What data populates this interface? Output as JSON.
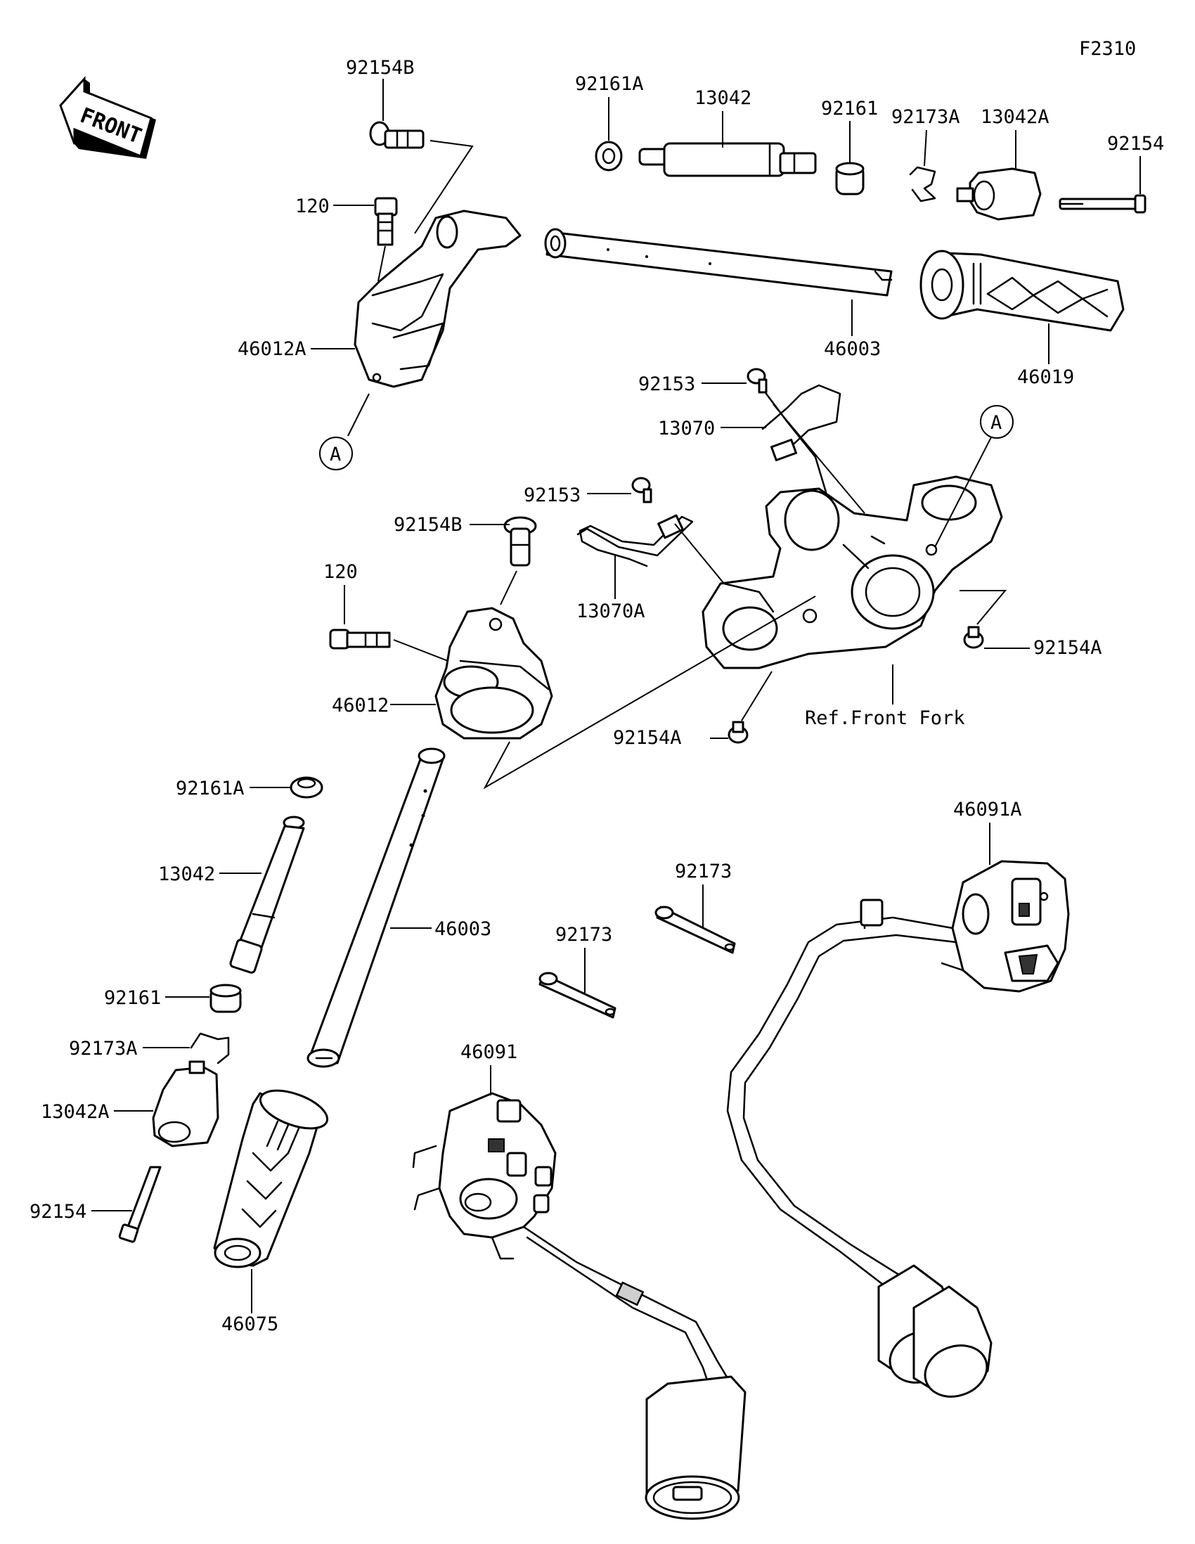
{
  "diagram_code": "F2310",
  "front_arrow_text": "FRONT",
  "labels": {
    "p92154B_top": "92154B",
    "p120_top": "120",
    "p46012A": "46012A",
    "callout_A_left": "A",
    "p92161A_top": "92161A",
    "p13042_top": "13042",
    "p92161_top": "92161",
    "p92173A_top": "92173A",
    "p13042A_top": "13042A",
    "p92154_top": "92154",
    "p46003_top": "46003",
    "p46019": "46019",
    "p92153_a": "92153",
    "p13070": "13070",
    "callout_A_right": "A",
    "p92153_b": "92153",
    "p92154B_mid": "92154B",
    "p13070A": "13070A",
    "p120_mid": "120",
    "p46012": "46012",
    "p92154A_right": "92154A",
    "p92154A_mid": "92154A",
    "ref_front_fork": "Ref.Front Fork",
    "p92161A_bottom": "92161A",
    "p13042_bottom": "13042",
    "p46003_bottom": "46003",
    "p92161_bottom": "92161",
    "p92173A_bottom": "92173A",
    "p13042A_bottom": "13042A",
    "p92154_bottom": "92154",
    "p46075": "46075",
    "p46091": "46091",
    "p46091A": "46091A",
    "p92173_a": "92173",
    "p92173_b": "92173"
  }
}
